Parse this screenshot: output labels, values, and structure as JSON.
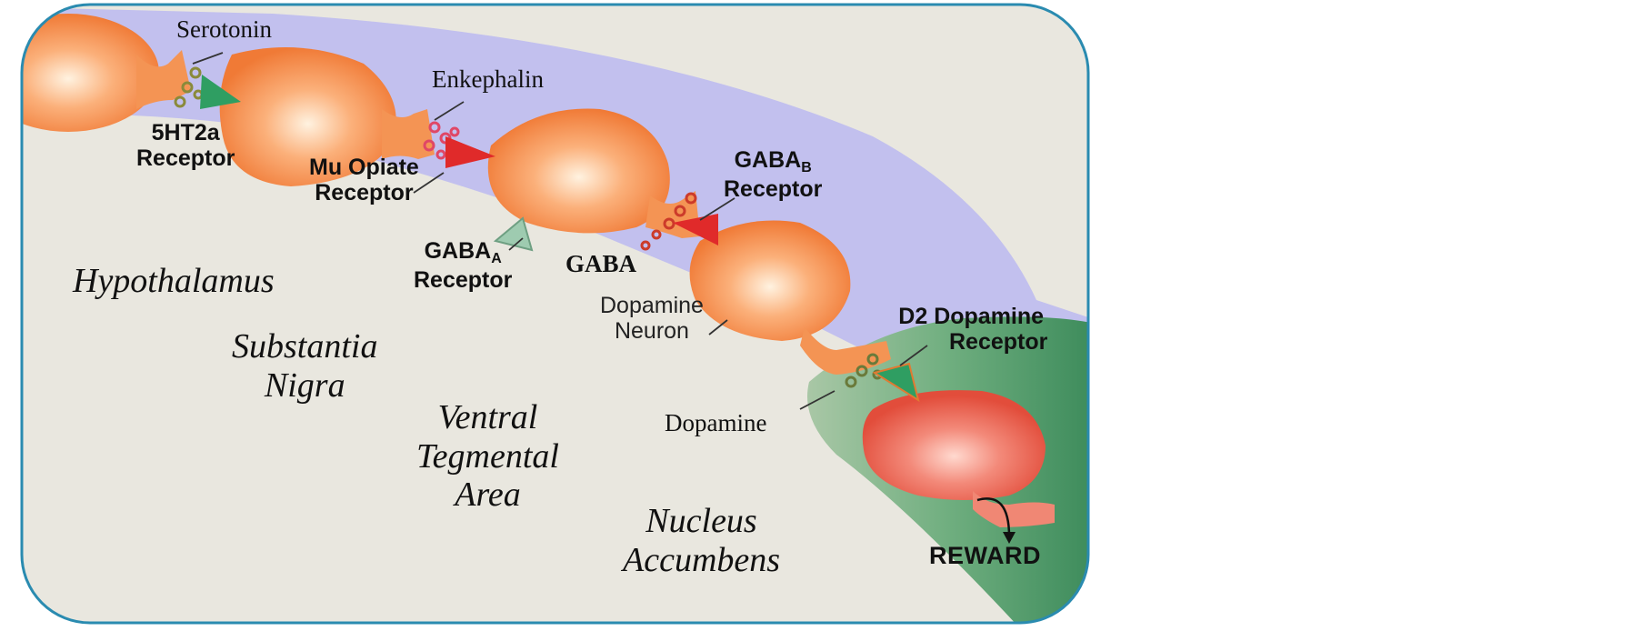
{
  "labels": {
    "serotonin": "Serotonin",
    "ht2a_line1": "5HT2a",
    "ht2a_line2": "Receptor",
    "enkephalin": "Enkephalin",
    "mu_line1": "Mu Opiate",
    "mu_line2": "Receptor",
    "gaba_a_main": "GABA",
    "gaba_a_sub": "A",
    "gaba_a_line2": "Receptor",
    "gaba": "GABA",
    "gaba_b_main": "GABA",
    "gaba_b_sub": "B",
    "gaba_b_line2": "Receptor",
    "dopamine_neuron_line1": "Dopamine",
    "dopamine_neuron_line2": "Neuron",
    "d2_line1": "D2 Dopamine",
    "d2_line2": "Receptor",
    "dopamine": "Dopamine",
    "reward": "REWARD"
  },
  "regions": {
    "hypothalamus": "Hypothalamus",
    "substantia_line1": "Substantia",
    "substantia_line2": "Nigra",
    "vta_line1": "Ventral",
    "vta_line2": "Tegmental",
    "vta_line3": "Area",
    "nucleus_line1": "Nucleus",
    "nucleus_line2": "Accumbens"
  },
  "colors": {
    "background": "#e9e7df",
    "border": "#2a8bb0",
    "pathway_band": "#c2c0ee",
    "accumbens_green": "#5b9e6e",
    "neuron_orange": "#f4914f",
    "accumbens_neuron_red": "#e8574a",
    "receptor_green": "#2f9e62",
    "receptor_red": "#e02a2a",
    "receptor_pale_green": "#9ecbb0"
  }
}
